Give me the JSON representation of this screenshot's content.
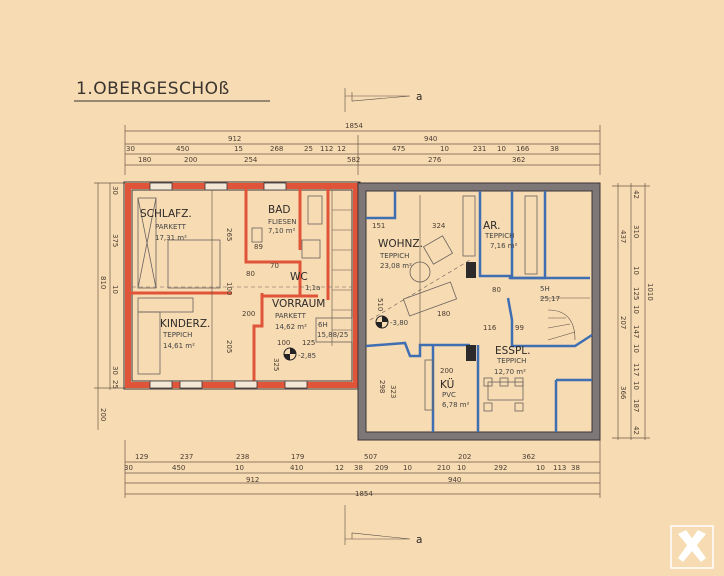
{
  "title": "1.OBERGESCHOß",
  "section_marker": "a",
  "colors": {
    "paper": "#f7dbb2",
    "wall_new": "#e0553a",
    "wall_existing": "#7d7877",
    "partition": "#3f6fb2"
  },
  "rooms": [
    {
      "id": "schlafz",
      "name": "SCHLAFZ.",
      "floor": "PARKETT",
      "area": "17,31 m²"
    },
    {
      "id": "bad",
      "name": "BAD",
      "floor": "FLIESEN",
      "area": "7,10 m²"
    },
    {
      "id": "wc",
      "name": "WC",
      "floor": "",
      "area": "1,1a"
    },
    {
      "id": "vorraum",
      "name": "VORRAUM",
      "floor": "PARKETT",
      "area": "14,62 m²"
    },
    {
      "id": "kinderz",
      "name": "KINDERZ.",
      "floor": "TEPPICH",
      "area": "14,61 m²"
    },
    {
      "id": "wohnz",
      "name": "WOHNZ.",
      "floor": "TEPPICH",
      "area": "23,08 m²"
    },
    {
      "id": "ar",
      "name": "AR.",
      "floor": "TEPPICH",
      "area": "7,16 m²"
    },
    {
      "id": "esspl",
      "name": "ESSPL.",
      "floor": "TEPPICH",
      "area": "12,70 m²"
    },
    {
      "id": "ku",
      "name": "KÜ",
      "floor": "PVC",
      "area": "6,78 m²"
    }
  ],
  "stairs": [
    {
      "label": "6H",
      "ratio": "15,88/25"
    },
    {
      "label": "5H",
      "ratio": "25,17"
    }
  ],
  "levels": [
    "-2,85",
    "-3,80"
  ],
  "dims_top": {
    "total": "1854",
    "row1": [
      "912",
      "940"
    ],
    "row2": [
      "30",
      "450",
      "15",
      "268",
      "25",
      "112",
      "12",
      "475",
      "10",
      "231",
      "10",
      "166",
      "38"
    ],
    "row3": [
      "180",
      "200",
      "254",
      "582",
      "276",
      "362"
    ]
  },
  "dims_bottom": {
    "row1": [
      "129",
      "237",
      "238",
      "179",
      "507",
      "202",
      "362"
    ],
    "row2": [
      "30",
      "450",
      "10",
      "410",
      "12",
      "38",
      "209",
      "10",
      "210",
      "10",
      "292",
      "10",
      "113",
      "38"
    ],
    "row3": [
      "912",
      "940"
    ],
    "total": "1854"
  },
  "dims_right": [
    "42",
    "310",
    "437",
    "10",
    "125",
    "10",
    "147",
    "207",
    "10",
    "117",
    "10",
    "187",
    "366",
    "42",
    "1010"
  ],
  "dims_left": [
    "30",
    "375",
    "810",
    "10",
    "30",
    "25",
    "200"
  ],
  "inner_dims": [
    "265",
    "205",
    "100",
    "80",
    "200",
    "324",
    "151",
    "510",
    "180",
    "298",
    "323",
    "200",
    "116",
    "99",
    "80",
    "70",
    "125",
    "100",
    "325",
    "89"
  ]
}
